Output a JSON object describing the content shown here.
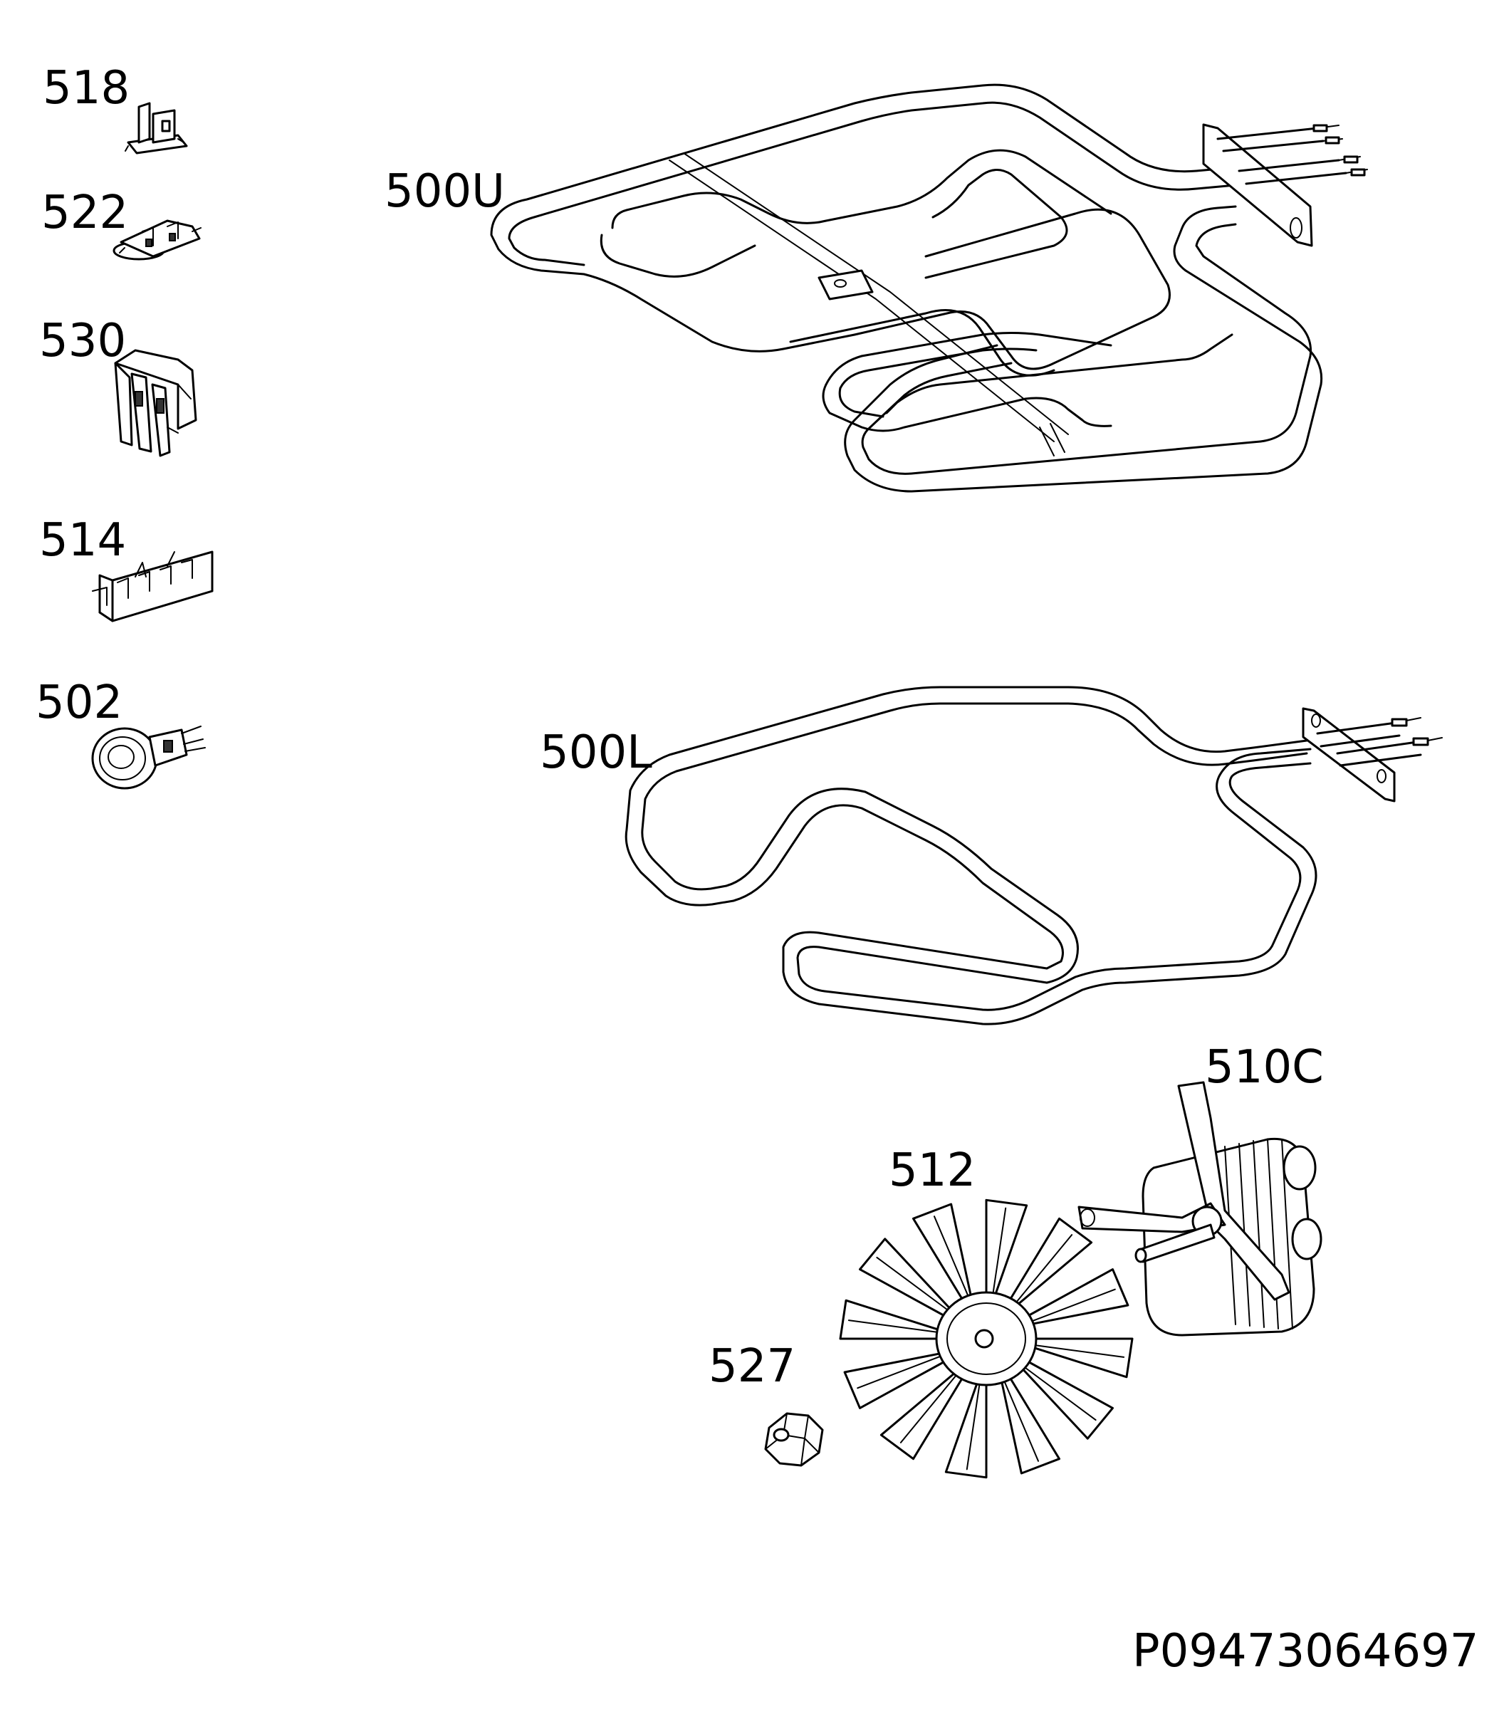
{
  "document_code": "P09473064697",
  "parts": [
    {
      "id": "p518",
      "label": "518",
      "icon": "thermostat-clip-icon"
    },
    {
      "id": "p522",
      "label": "522",
      "icon": "terminal-clamp-icon"
    },
    {
      "id": "p530",
      "label": "530",
      "icon": "terminal-block-icon"
    },
    {
      "id": "p514",
      "label": "514",
      "icon": "connector-block-icon"
    },
    {
      "id": "p502",
      "label": "502",
      "icon": "oven-lamp-icon"
    },
    {
      "id": "p500U",
      "label": "500U",
      "icon": "upper-heating-element-icon"
    },
    {
      "id": "p500L",
      "label": "500L",
      "icon": "lower-heating-element-icon"
    },
    {
      "id": "p510C",
      "label": "510C",
      "icon": "fan-motor-icon"
    },
    {
      "id": "p512",
      "label": "512",
      "icon": "fan-blade-icon"
    },
    {
      "id": "p527",
      "label": "527",
      "icon": "fan-nut-icon"
    }
  ]
}
